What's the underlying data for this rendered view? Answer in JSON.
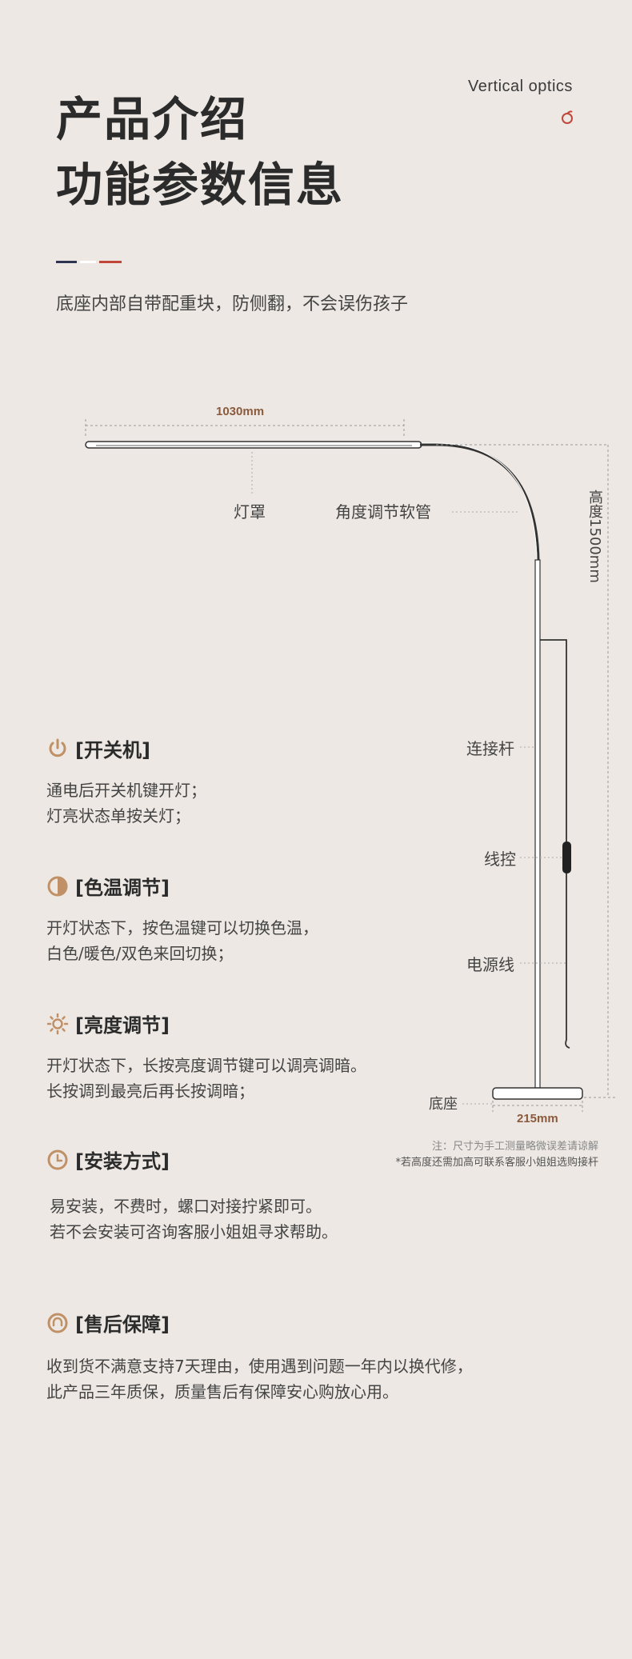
{
  "header": {
    "title_line1": "产品介绍",
    "title_line2": "功能参数信息",
    "tagline": "Vertical optics",
    "subtitle": "底座内部自带配重块，防侧翻，不会误伤孩子"
  },
  "diagram": {
    "width_label": "1030mm",
    "height_label": "高度1500mm",
    "base_label": "215mm",
    "parts": {
      "shade": "灯罩",
      "hose": "角度调节软管",
      "pole": "连接杆",
      "switch": "线控",
      "cable": "电源线",
      "base": "底座"
    },
    "note1": "注：尺寸为手工测量略微误差请谅解",
    "note2": "*若高度还需加高可联系客服小姐姐选购接杆"
  },
  "sections": [
    {
      "title": "[开关机]",
      "icon": "power-icon",
      "lines": [
        "通电后开关机键开灯；",
        "灯亮状态单按关灯；"
      ]
    },
    {
      "title": "[色温调节]",
      "icon": "half-circle-icon",
      "lines": [
        "开灯状态下，按色温键可以切换色温，",
        "白色/暖色/双色来回切换；"
      ]
    },
    {
      "title": "[亮度调节]",
      "icon": "sun-icon",
      "lines": [
        "开灯状态下，长按亮度调节键可以调亮调暗。",
        "长按调到最亮后再长按调暗；"
      ]
    },
    {
      "title": "[安装方式]",
      "icon": "clock-icon",
      "lines": [
        "易安装，不费时，螺口对接拧紧即可。",
        "若不会安装可咨询客服小姐姐寻求帮助。"
      ]
    },
    {
      "title": "[售后保障]",
      "icon": "headset-icon",
      "lines": [
        "收到货不满意支持7天理由，使用遇到问题一年内以换代修，",
        "此产品三年质保，质量售后有保障安心购放心用。"
      ]
    }
  ],
  "colors": {
    "accent": "#c09067",
    "dark": "#2b2b2b",
    "red": "#c0463a",
    "navy": "#2d3550"
  }
}
